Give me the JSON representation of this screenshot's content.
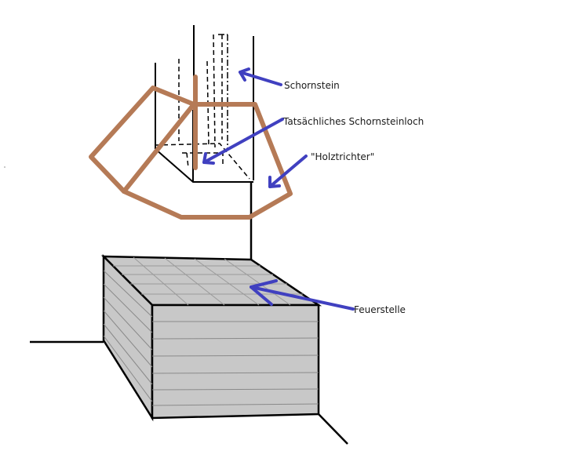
{
  "labels": {
    "chimney": "Schornstein",
    "hole": "Tatsächliches Schornsteinloch",
    "funnel": "\"Holztrichter\"",
    "fireplace": "Feuerstelle"
  },
  "colors": {
    "outline": "#000000",
    "funnel": "#b57a56",
    "arrow": "#4040c0",
    "fireplace_fill": "#c8c8c8",
    "grid_line": "#9a9a9a"
  }
}
